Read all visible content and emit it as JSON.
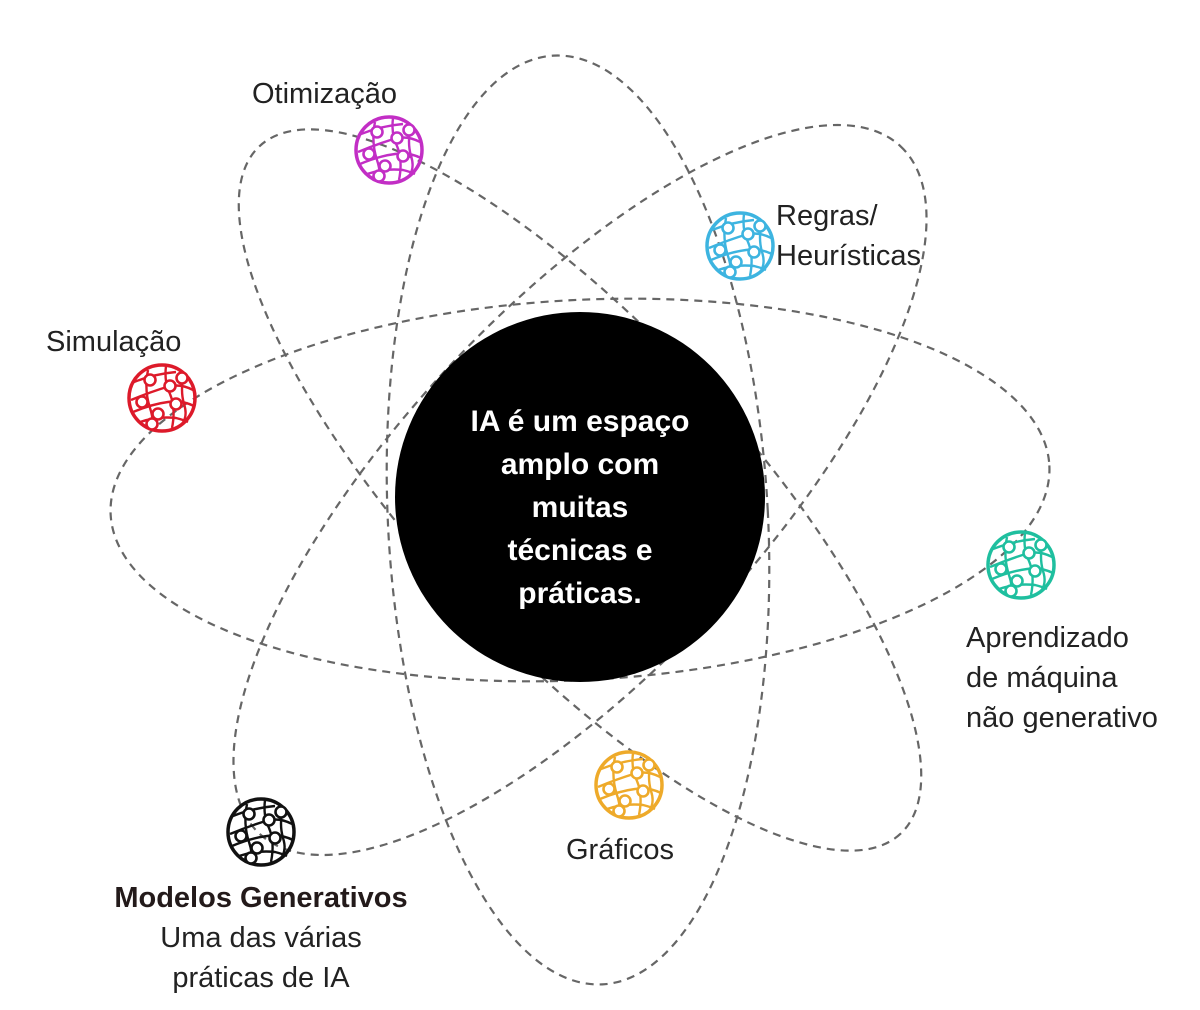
{
  "center": {
    "lines": [
      "IA é um espaço",
      "amplo com",
      "muitas",
      "técnicas e",
      "práticas."
    ]
  },
  "nodes": {
    "otimizacao": {
      "label": "Otimização",
      "color": "#c22ec5",
      "icon": "network-globe-icon"
    },
    "regras": {
      "lines": [
        "Regras/",
        "Heurísticas"
      ],
      "color": "#3db4e0",
      "icon": "network-globe-icon"
    },
    "simulacao": {
      "label": "Simulação",
      "color": "#dd1a2a",
      "icon": "network-globe-icon"
    },
    "aprendizado": {
      "lines": [
        "Aprendizado",
        "de máquina",
        "não generativo"
      ],
      "color": "#1fbf9f",
      "icon": "network-globe-icon"
    },
    "graficos": {
      "label": "Gráficos",
      "color": "#eeaa2a",
      "icon": "network-globe-icon"
    },
    "generativos": {
      "title": "Modelos Generativos",
      "lines": [
        "Uma das várias",
        "práticas de IA"
      ],
      "color": "#111111",
      "icon": "network-globe-icon"
    }
  },
  "style": {
    "orbit_color": "#666666",
    "center_fill": "#000000"
  }
}
